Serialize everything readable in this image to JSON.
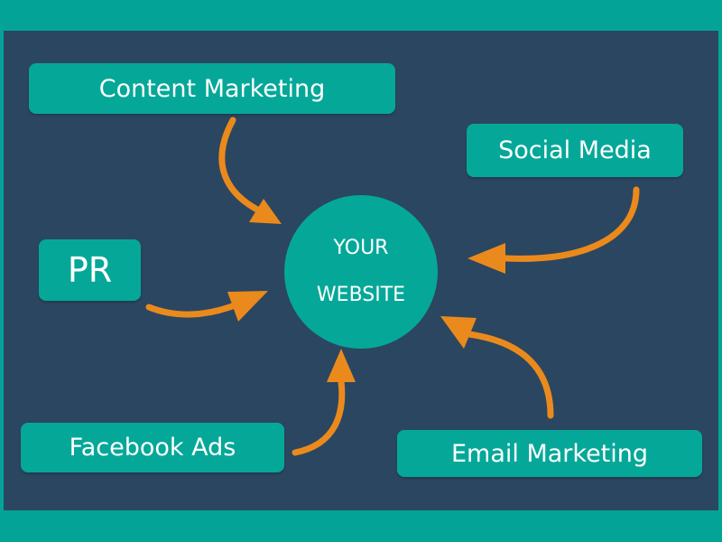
{
  "colors": {
    "frame": "#03A497",
    "background": "#2B4660",
    "node": "#05A898",
    "arrow": "#EB8A1C",
    "text": "#FFFFFF"
  },
  "center": {
    "line1": "YOUR",
    "line2": "WEBSITE"
  },
  "sources": [
    {
      "id": "content-marketing",
      "label": "Content Marketing",
      "icon": "curved-arrow-icon"
    },
    {
      "id": "social-media",
      "label": "Social Media",
      "icon": "curved-arrow-icon"
    },
    {
      "id": "pr",
      "label": "PR",
      "icon": "curved-arrow-icon"
    },
    {
      "id": "facebook-ads",
      "label": "Facebook Ads",
      "icon": "curved-arrow-icon"
    },
    {
      "id": "email-marketing",
      "label": "Email Marketing",
      "icon": "curved-arrow-icon"
    }
  ]
}
